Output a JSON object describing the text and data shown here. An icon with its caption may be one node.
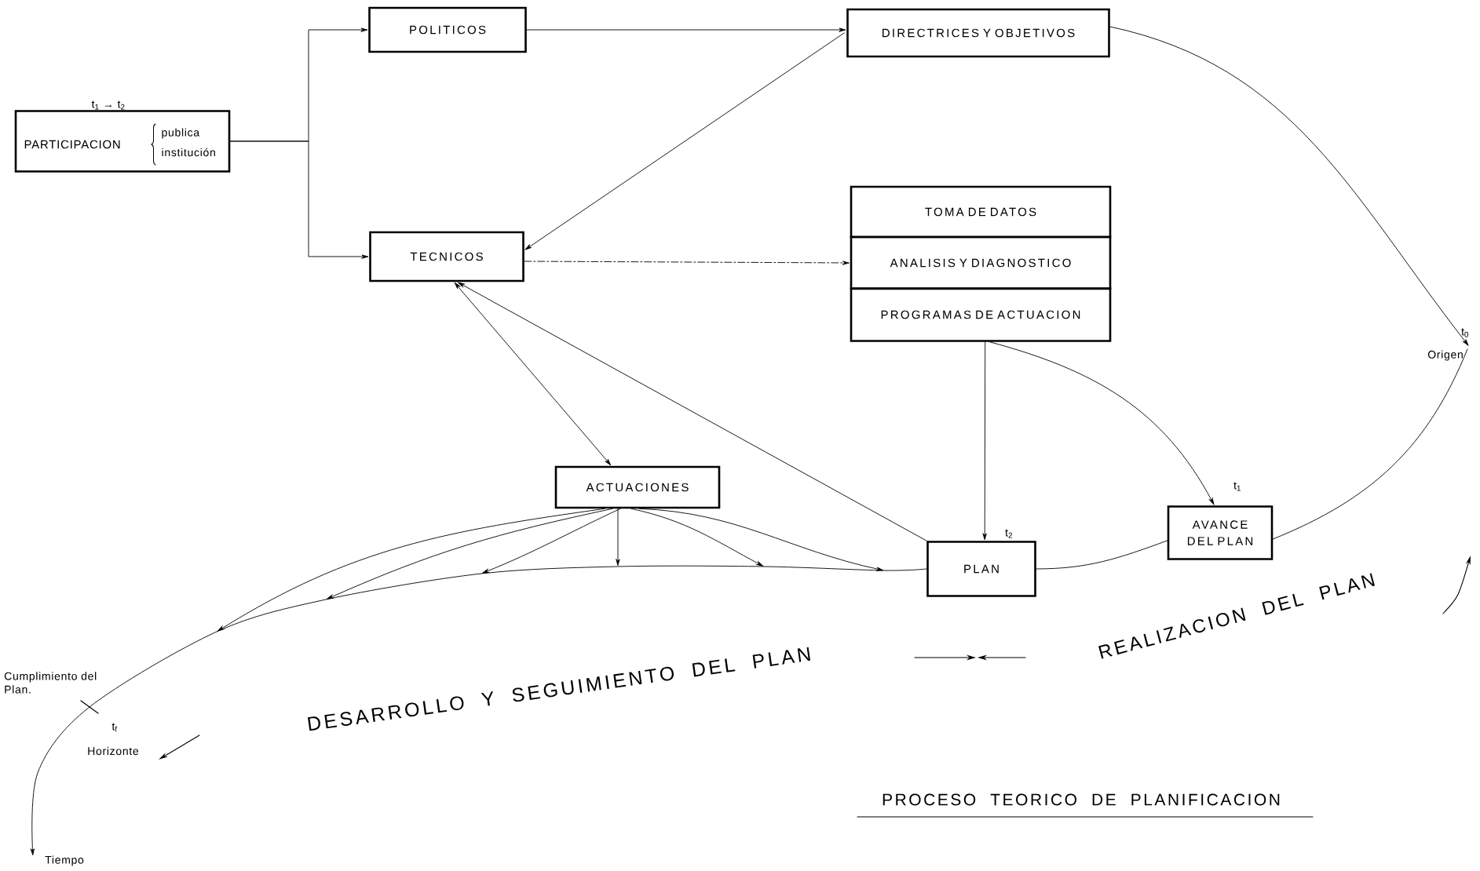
{
  "diagram": {
    "title": "PROCESO TEORICO DE PLANIFICACION",
    "nodes": [
      {
        "text": [
          "PARTICIPACION",
          "publica",
          "institución"
        ],
        "beside": [
          "t$_{1}$ → t$_{2}$"
        ]
      },
      {
        "text": [
          "POLITICOS"
        ]
      },
      {
        "text": [
          "DIRECTRICES Y OBJETIVOS"
        ]
      },
      {
        "text": [
          "TECNICOS"
        ]
      },
      {
        "text": [
          "TOMA DE DATOS"
        ]
      },
      {
        "text": [
          "ANALISIS Y DIAGNOSTICO"
        ]
      },
      {
        "text": [
          "PROGRAMAS DE ACTUACION"
        ]
      },
      {
        "text": [
          "ACTUACIONES"
        ]
      },
      {
        "text": [
          "PLAN"
        ],
        "beside": [
          "t$_{2}$"
        ]
      },
      {
        "text": [
          "AVANCE DEL PLAN"
        ],
        "beside": [
          "t$_{1}$"
        ]
      },
      {
        "text": [
          "Origen"
        ],
        "beside": [
          "t$_{0}$"
        ]
      },
      {
        "text": [
          "Tiempo"
        ]
      }
    ],
    "edges": [
      {
        "from": 0,
        "to": 1,
        "arrow": "to"
      },
      {
        "from": 0,
        "to": 3,
        "arrow": "to"
      },
      {
        "from": 1,
        "to": 2,
        "arrow": "to"
      },
      {
        "from": 2,
        "to": 3,
        "arrow": "to"
      },
      {
        "from": 3,
        "to": 5,
        "arrow": "to",
        "style": "dashed"
      },
      {
        "from": 3,
        "to": 7,
        "arrow": "both"
      },
      {
        "from": 8,
        "to": 3,
        "arrow": "to"
      },
      {
        "from": 6,
        "to": 8,
        "arrow": "to"
      },
      {
        "from": 6,
        "to": 9,
        "arrow": "to"
      },
      {
        "from": 2,
        "to": 10,
        "arrow": "to"
      },
      {
        "from": 9,
        "to": 10,
        "arrow": "none"
      },
      {
        "from": 8,
        "to": 9,
        "arrow": "none"
      },
      {
        "from": 8,
        "to": 11,
        "arrow": "to"
      },
      {
        "from": 7,
        "to": null,
        "arrow": "to"
      },
      {
        "from": 7,
        "to": null,
        "arrow": "to"
      },
      {
        "from": 7,
        "to": null,
        "arrow": "to"
      },
      {
        "from": 7,
        "to": null,
        "arrow": "to"
      },
      {
        "from": 7,
        "to": null,
        "arrow": "to"
      },
      {
        "from": 7,
        "to": null,
        "arrow": "to"
      }
    ],
    "labels": [
      "Cumplimiento del Plan.",
      "t$_{f}$",
      "Horizonte",
      "DESARROLLO Y SEGUIMIENTO DEL PLAN",
      "REALIZACION DEL PLAN"
    ]
  }
}
